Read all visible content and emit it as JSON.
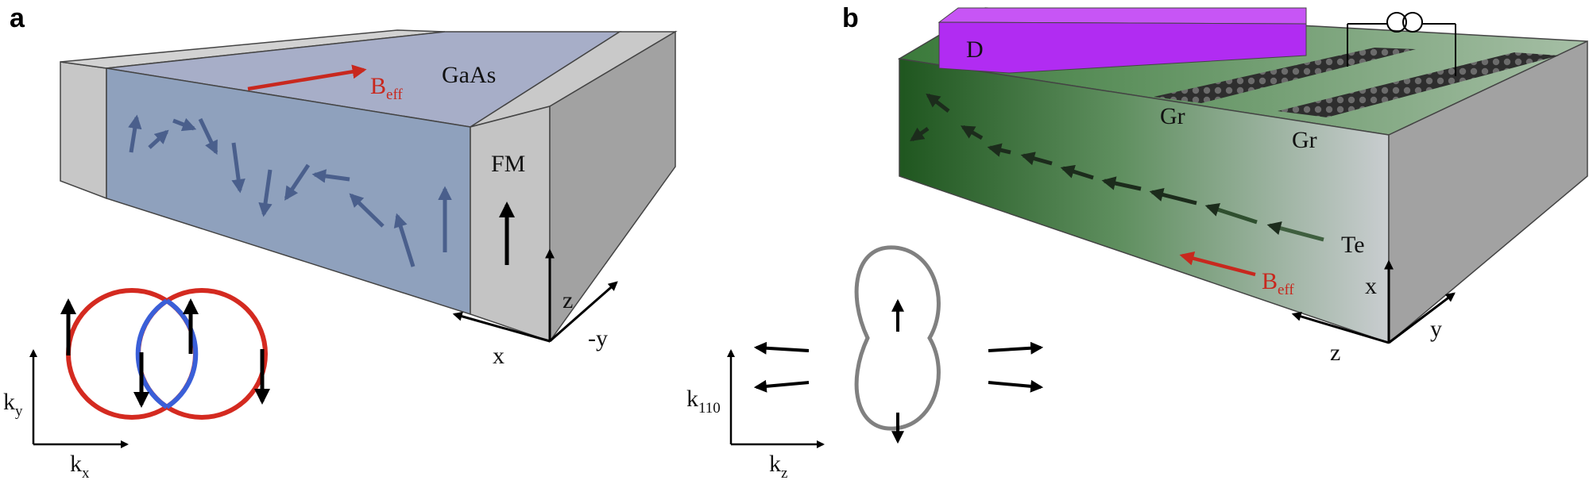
{
  "panel_a": {
    "letter": "a",
    "material": "GaAs",
    "contact": "FM",
    "field": {
      "main": "B",
      "sub": "eff"
    },
    "axes": {
      "z": "z",
      "y": "-y",
      "x": "x"
    },
    "inset": {
      "ky_main": "k",
      "ky_sub": "y",
      "kx_main": "k",
      "kx_sub": "x"
    }
  },
  "panel_b": {
    "letter": "b",
    "electrode": "D",
    "gr1": "Gr",
    "gr2": "Gr",
    "material": "Te",
    "field": {
      "main": "B",
      "sub": "eff"
    },
    "axes": {
      "x": "x",
      "y": "y",
      "z": "z"
    },
    "inset": {
      "k110_main": "k",
      "k110_sub": "110",
      "kz_main": "k",
      "kz_sub": "z"
    }
  },
  "colors": {
    "gaas_top": "#a7aec8",
    "gaas_front": "#8fa1bd",
    "spin_arrow": "#4a5f8c",
    "fm_front": "#c4c4c4",
    "fm_side": "#a2a2a2",
    "te_green_dark": "#235b23",
    "te_green_light": "#c6cccf",
    "electrode": "#b12cf2",
    "graphene": "#3a3a3a",
    "field_red": "#c8281e",
    "ring_red": "#d42a20",
    "ring_blue": "#3a5fd8",
    "contour_gray": "#808080"
  }
}
